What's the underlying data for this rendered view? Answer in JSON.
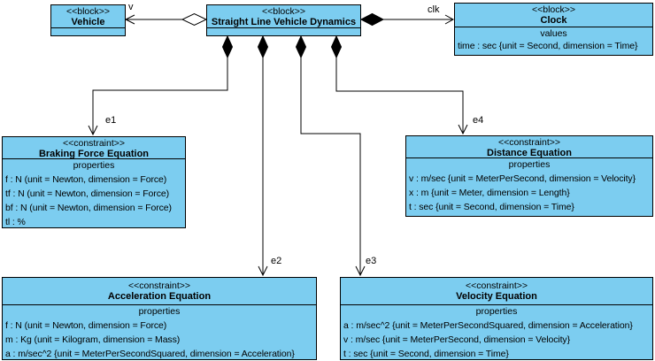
{
  "diagram": {
    "fill_color": "#7CCDF0",
    "line_color": "#000000",
    "background_color": "#ffffff"
  },
  "blocks": {
    "vehicle": {
      "stereotype": "<<block>>",
      "name": "Vehicle"
    },
    "slvd": {
      "stereotype": "<<block>>",
      "name": "Straight Line Vehicle Dynamics"
    },
    "clock": {
      "stereotype": "<<block>>",
      "name": "Clock",
      "compartment_label": "values",
      "rows": [
        "time : sec {unit = Second, dimension = Time}"
      ]
    },
    "braking": {
      "stereotype": "<<constraint>>",
      "name": "Braking Force Equation",
      "compartment_label": "properties",
      "rows": [
        "f : N (unit = Newton, dimension = Force)",
        "tf : N (unit = Newton, dimension = Force)",
        "bf : N (unit = Newton, dimension = Force)",
        "tl : %"
      ]
    },
    "distance": {
      "stereotype": "<<constraint>>",
      "name": "Distance Equation",
      "compartment_label": "properties",
      "rows": [
        "v : m/sec {unit = MeterPerSecond, dimension = Velocity}",
        "x : m {unit = Meter, dimension = Length}",
        "t : sec {unit = Second, dimension = Time}"
      ]
    },
    "acceleration": {
      "stereotype": "<<constraint>>",
      "name": "Acceleration Equation",
      "compartment_label": "properties",
      "rows": [
        "f : N (unit = Newton, dimension = Force)",
        "m : Kg (unit = Kilogram, dimension = Mass)",
        "a : m/sec^2 {unit = MeterPerSecondSquared, dimension = Acceleration}"
      ]
    },
    "velocity": {
      "stereotype": "<<constraint>>",
      "name": "Velocity Equation",
      "compartment_label": "properties",
      "rows": [
        "a : m/sec^2 {unit = MeterPerSecondSquared, dimension = Acceleration}",
        "v : m/sec {unit = MeterPerSecond, dimension = Velocity}",
        "t : sec {unit = Second, dimension = Time}"
      ]
    }
  },
  "connectors": {
    "v": {
      "label": "v"
    },
    "clk": {
      "label": "clk"
    },
    "e1": {
      "label": "e1"
    },
    "e2": {
      "label": "e2"
    },
    "e3": {
      "label": "e3"
    },
    "e4": {
      "label": "e4"
    }
  }
}
